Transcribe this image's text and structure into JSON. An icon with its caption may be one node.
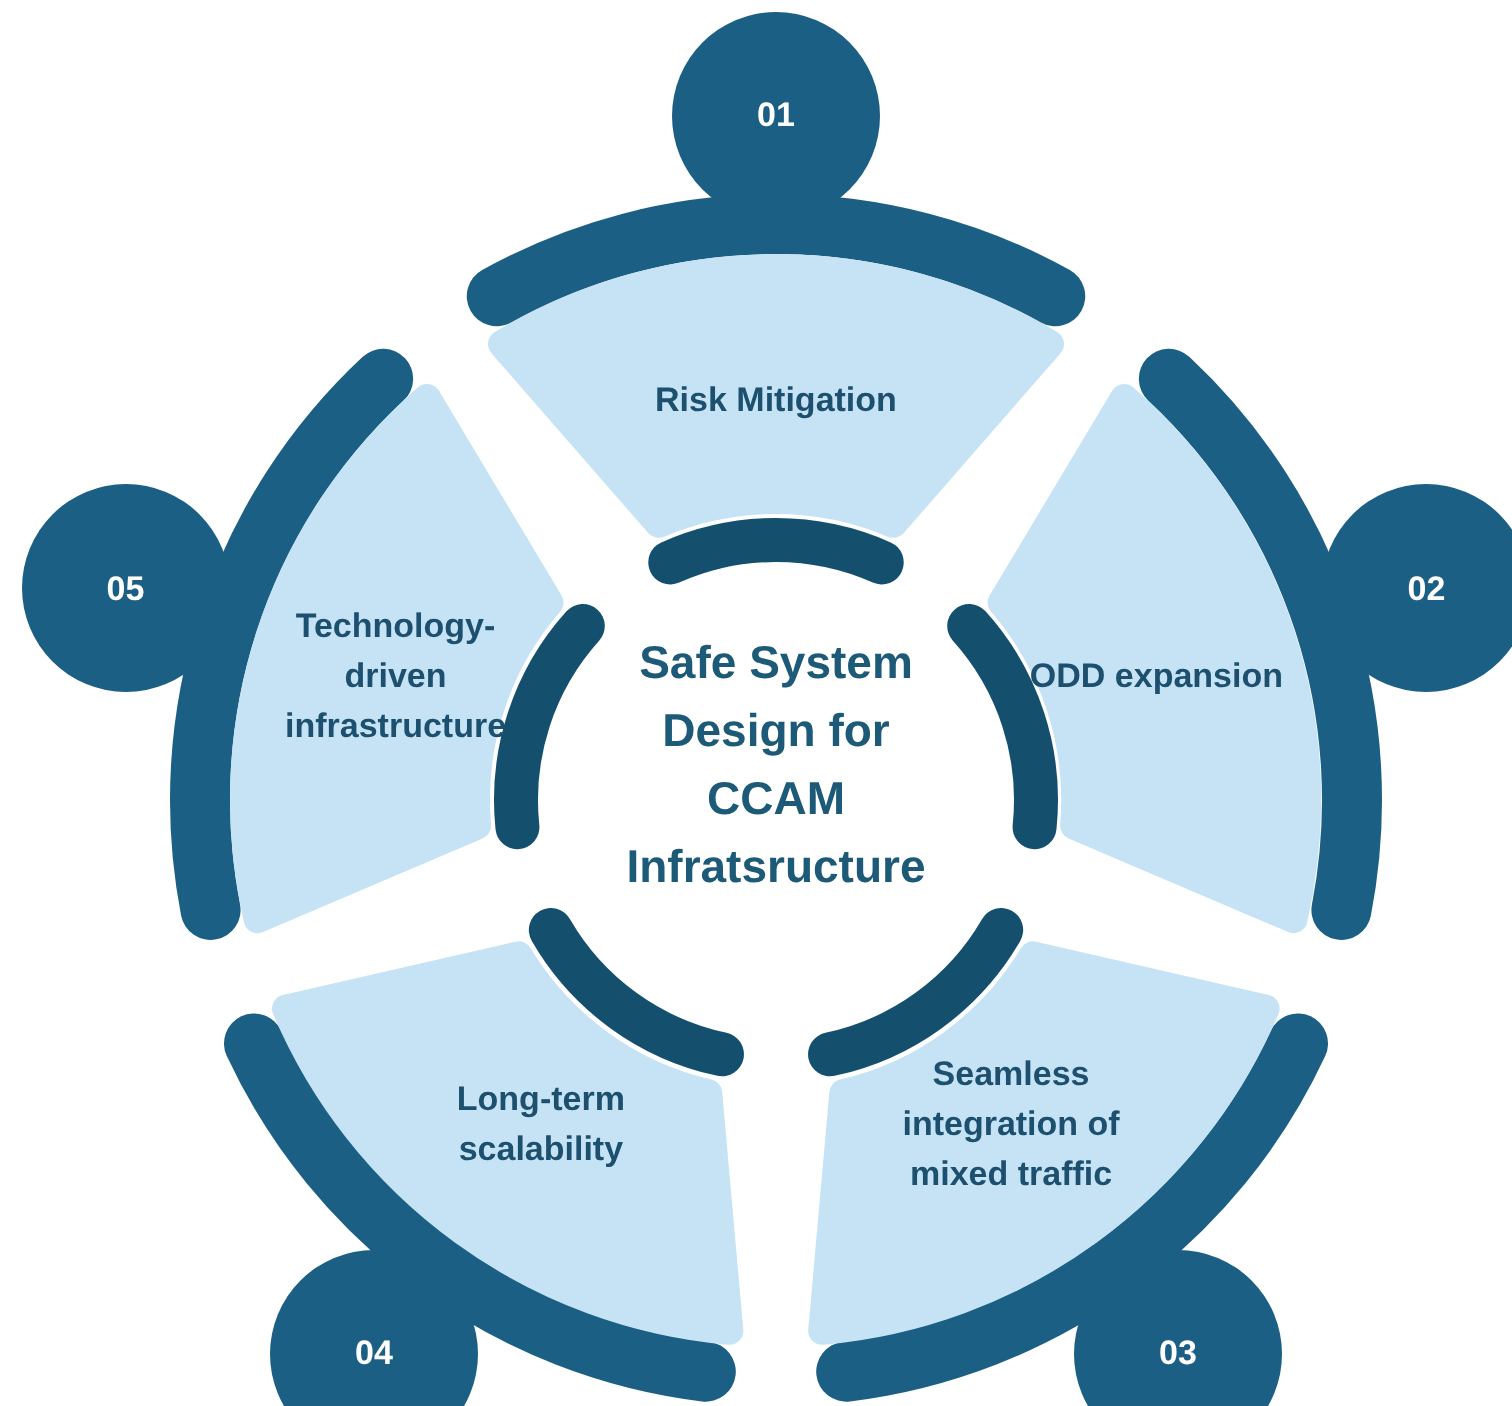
{
  "diagram": {
    "nodes": [
      {
        "text": [
          "01"
        ]
      },
      {
        "text": [
          "Risk Mitigation"
        ]
      },
      {
        "text": [
          "02"
        ]
      },
      {
        "text": [
          "ODD expansion"
        ]
      },
      {
        "text": [
          "03"
        ]
      },
      {
        "text": [
          "Seamless integration of mixed traffic"
        ]
      },
      {
        "text": [
          "04"
        ]
      },
      {
        "text": [
          "Long-term scalability"
        ]
      },
      {
        "text": [
          "05"
        ]
      },
      {
        "text": [
          "Technology-driven infrastructure"
        ]
      },
      {
        "text": [
          "Safe System Design for CCAM Infratsructure"
        ]
      }
    ]
  }
}
